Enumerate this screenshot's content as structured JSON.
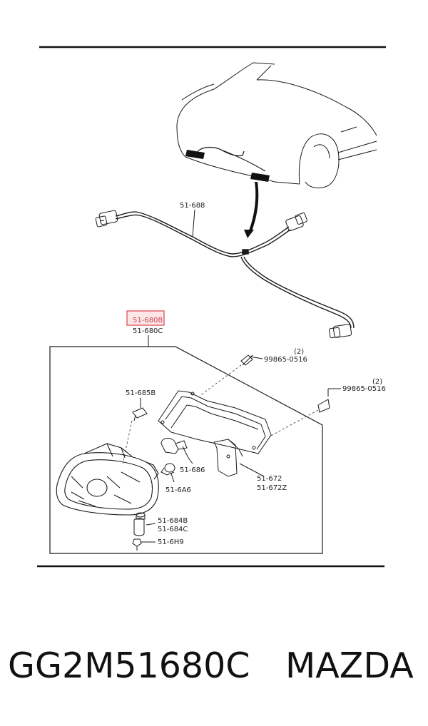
{
  "diagram": {
    "labels": {
      "harness": "51-688",
      "highlighted": "51-680B",
      "assembly": "51-680C",
      "screw_top": "99865-0516",
      "screw_top_qty": "(2)",
      "screw_right": "99865-0516",
      "screw_right_qty": "(2)",
      "clip": "51-685B",
      "bulb": "51-686",
      "socket": "51-6A6",
      "bracket_a": "51-672",
      "bracket_b": "51-672Z",
      "adjuster_a": "51-684B",
      "adjuster_b": "51-684C",
      "screw_bottom": "51-6H9"
    },
    "highlight_color": "#e0505a",
    "highlight_fill": "#fde6e8"
  },
  "caption": {
    "part_number": "GG2M51680C",
    "brand": "MAZDA"
  }
}
